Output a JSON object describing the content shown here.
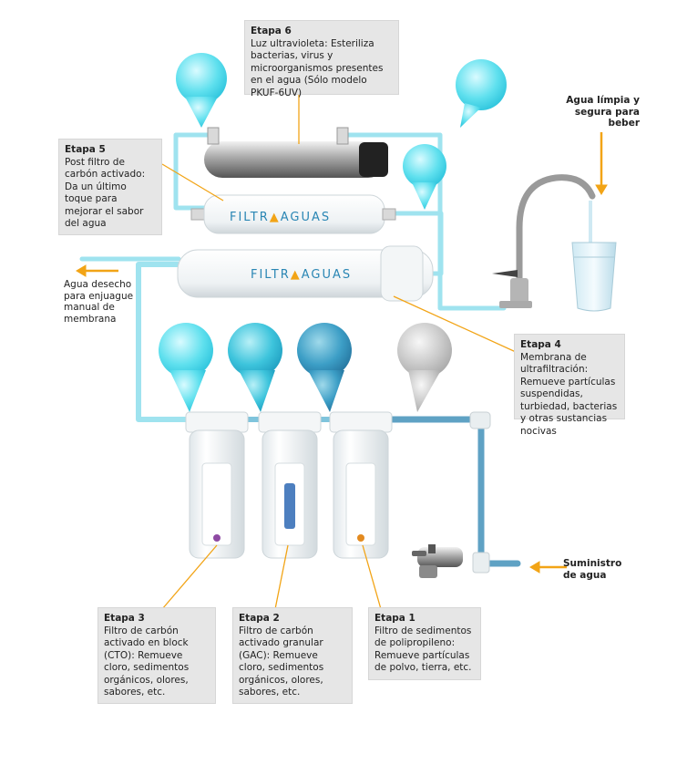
{
  "brand": {
    "name_left": "FILTR",
    "name_right": "AGUAS"
  },
  "stages": {
    "etapa6": {
      "title": "Etapa 6",
      "text": "Luz ultravioleta: Esteriliza bacterias, virus y microorganismos presentes en el agua (Sólo modelo PKUF-6UV)"
    },
    "etapa5": {
      "title": "Etapa 5",
      "text": "Post filtro de carbón activado: Da un último toque para mejorar el sabor del agua"
    },
    "etapa4": {
      "title": "Etapa 4",
      "text": "Membrana de ultrafiltración: Remueve partículas suspendidas, turbiedad, bacterias y otras sustancias nocivas"
    },
    "etapa3": {
      "title": "Etapa 3",
      "text": "Filtro de carbón activado en block (CTO): Remueve cloro, sedimentos orgánicos, olores, sabores, etc."
    },
    "etapa2": {
      "title": "Etapa 2",
      "text": "Filtro de carbón activado granular (GAC): Remueve cloro, sedimentos orgánicos, olores, sabores, etc."
    },
    "etapa1": {
      "title": "Etapa 1",
      "text": "Filtro de sedimentos de polipropileno: Remueve partículas de polvo, tierra, etc."
    }
  },
  "labels": {
    "agua_limpia": "Agua límpia y segura para beber",
    "agua_desecho": "Agua desecho para enjuague manual de membrana",
    "suministro": "Suministro de agua"
  },
  "colors": {
    "pipe_light": "#9fe3ef",
    "pipe_dark": "#5fa2c4",
    "arrow": "#f2a416",
    "brand": "#2a86b4",
    "box": "#e6e6e6"
  }
}
